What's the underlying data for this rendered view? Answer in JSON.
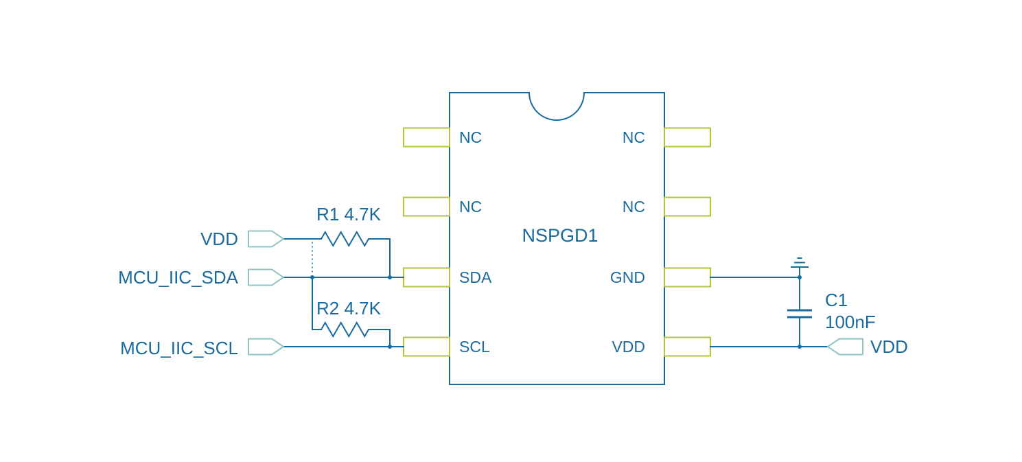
{
  "colors": {
    "wire": "#1a6b9d",
    "pin": "#b5c33f",
    "flag": "#8fc4c4",
    "text": "#1a6b9d",
    "background": "#ffffff"
  },
  "ic": {
    "name": "NSPGD1",
    "left_pins": [
      "NC",
      "NC",
      "SDA",
      "SCL"
    ],
    "right_pins": [
      "NC",
      "NC",
      "GND",
      "VDD"
    ]
  },
  "net_labels": {
    "vdd_left": "VDD",
    "mcu_iic_sda": "MCU_IIC_SDA",
    "mcu_iic_scl": "MCU_IIC_SCL",
    "vdd_right": "VDD"
  },
  "components": {
    "r1": {
      "label": "R1 4.7K"
    },
    "r2": {
      "label": "R2 4.7K"
    },
    "c1": {
      "ref": "C1",
      "value": "100nF"
    }
  }
}
